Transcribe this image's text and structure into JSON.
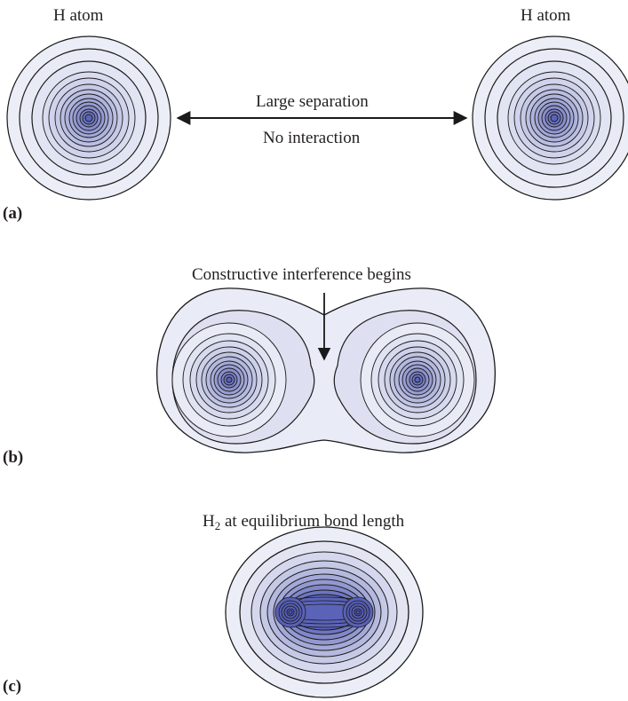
{
  "panel_a": {
    "tag": "(a)",
    "left_atom_label": "H atom",
    "right_atom_label": "H atom",
    "separation_label": "Large separation",
    "interaction_label": "No interaction"
  },
  "panel_b": {
    "tag": "(b)",
    "annotation": "Constructive interference begins"
  },
  "panel_c": {
    "tag": "(c)",
    "title_main": "H",
    "title_sub": "2",
    "title_rest": " at equilibrium bond length"
  },
  "colors": {
    "outer_fill": "#eceef7",
    "inner_fill": "#5b63b8",
    "contour": "#1a1a1a"
  }
}
